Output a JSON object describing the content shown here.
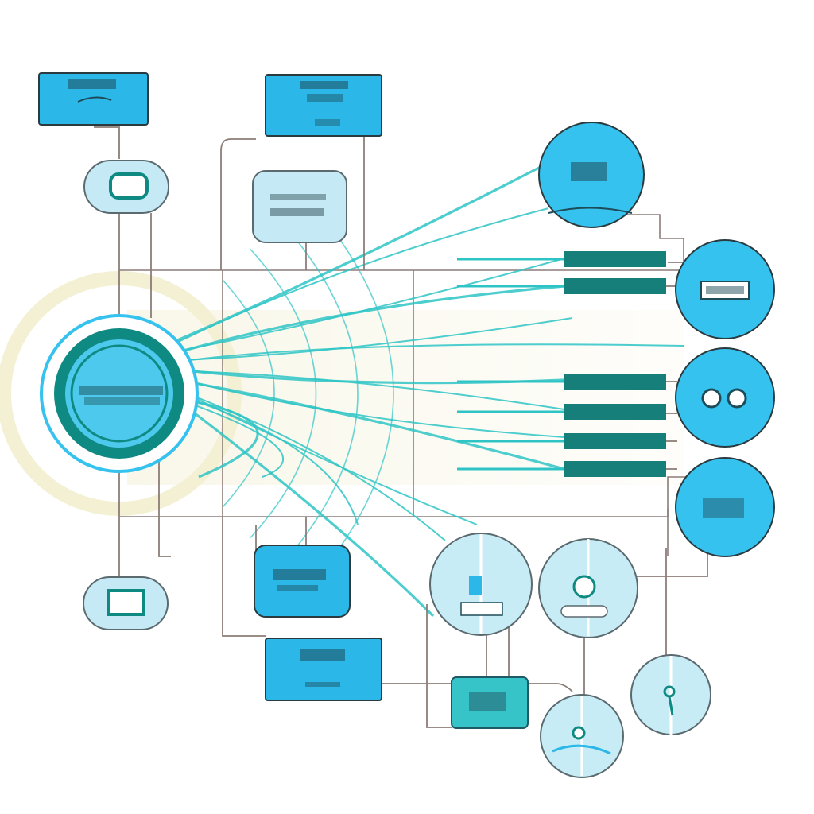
{
  "colors": {
    "hub_ring": "#0e8a82",
    "hub_fill": "#4cc9ec",
    "glow": "#f3efd3",
    "fan_line": "#2ec4c6",
    "connector": "#8c7d78",
    "box_blue": "#2bb8e8",
    "box_pale": "#c5eaf5",
    "bar_dark": "#167f7a",
    "circle_blue": "#35c2ee",
    "circle_pale": "#c8ecf5"
  },
  "icons": [
    "hub-node",
    "rectangle-node",
    "circle-node",
    "teal-bar",
    "key-icon",
    "connector-line"
  ]
}
